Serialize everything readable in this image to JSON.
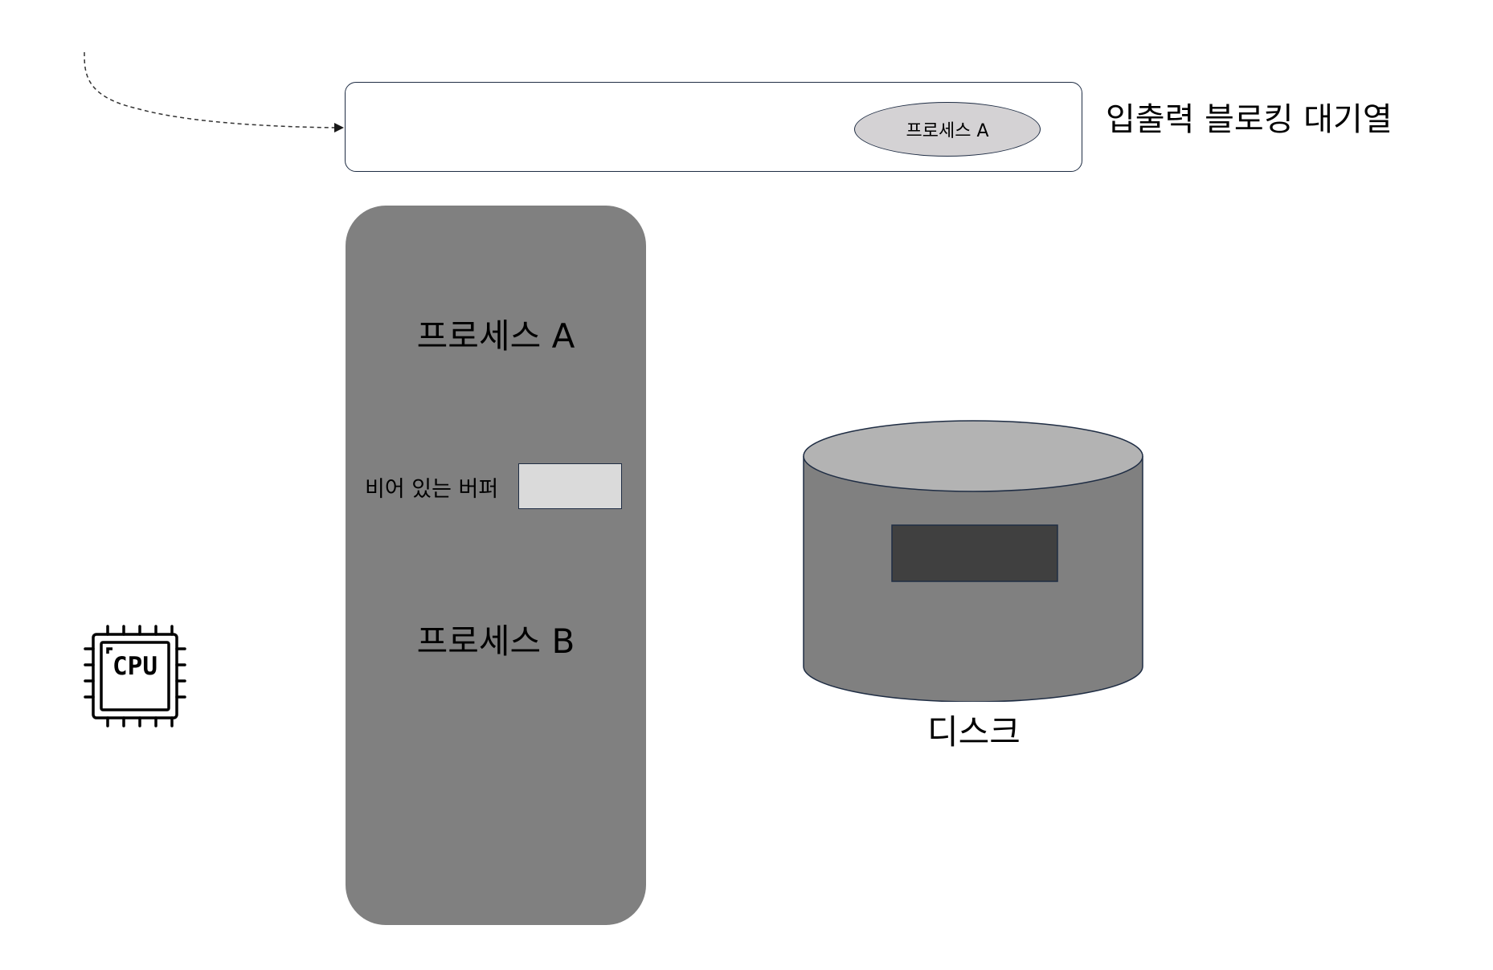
{
  "queue": {
    "label": "입출력 블로킹 대기열",
    "item": "프로세스 A"
  },
  "memory": {
    "process_a": "프로세스 A",
    "process_b": "프로세스 B",
    "buffer_label": "비어 있는 버퍼"
  },
  "disk": {
    "label": "디스크"
  },
  "cpu": {
    "label": "CPU"
  },
  "colors": {
    "memory_fill": "#808080",
    "queue_item_fill": "#d4d2d4",
    "buffer_fill": "#dadada",
    "disk_body": "#808080",
    "disk_top": "#b3b3b3",
    "disk_slot": "#404040",
    "outline": "#1f2d44"
  }
}
